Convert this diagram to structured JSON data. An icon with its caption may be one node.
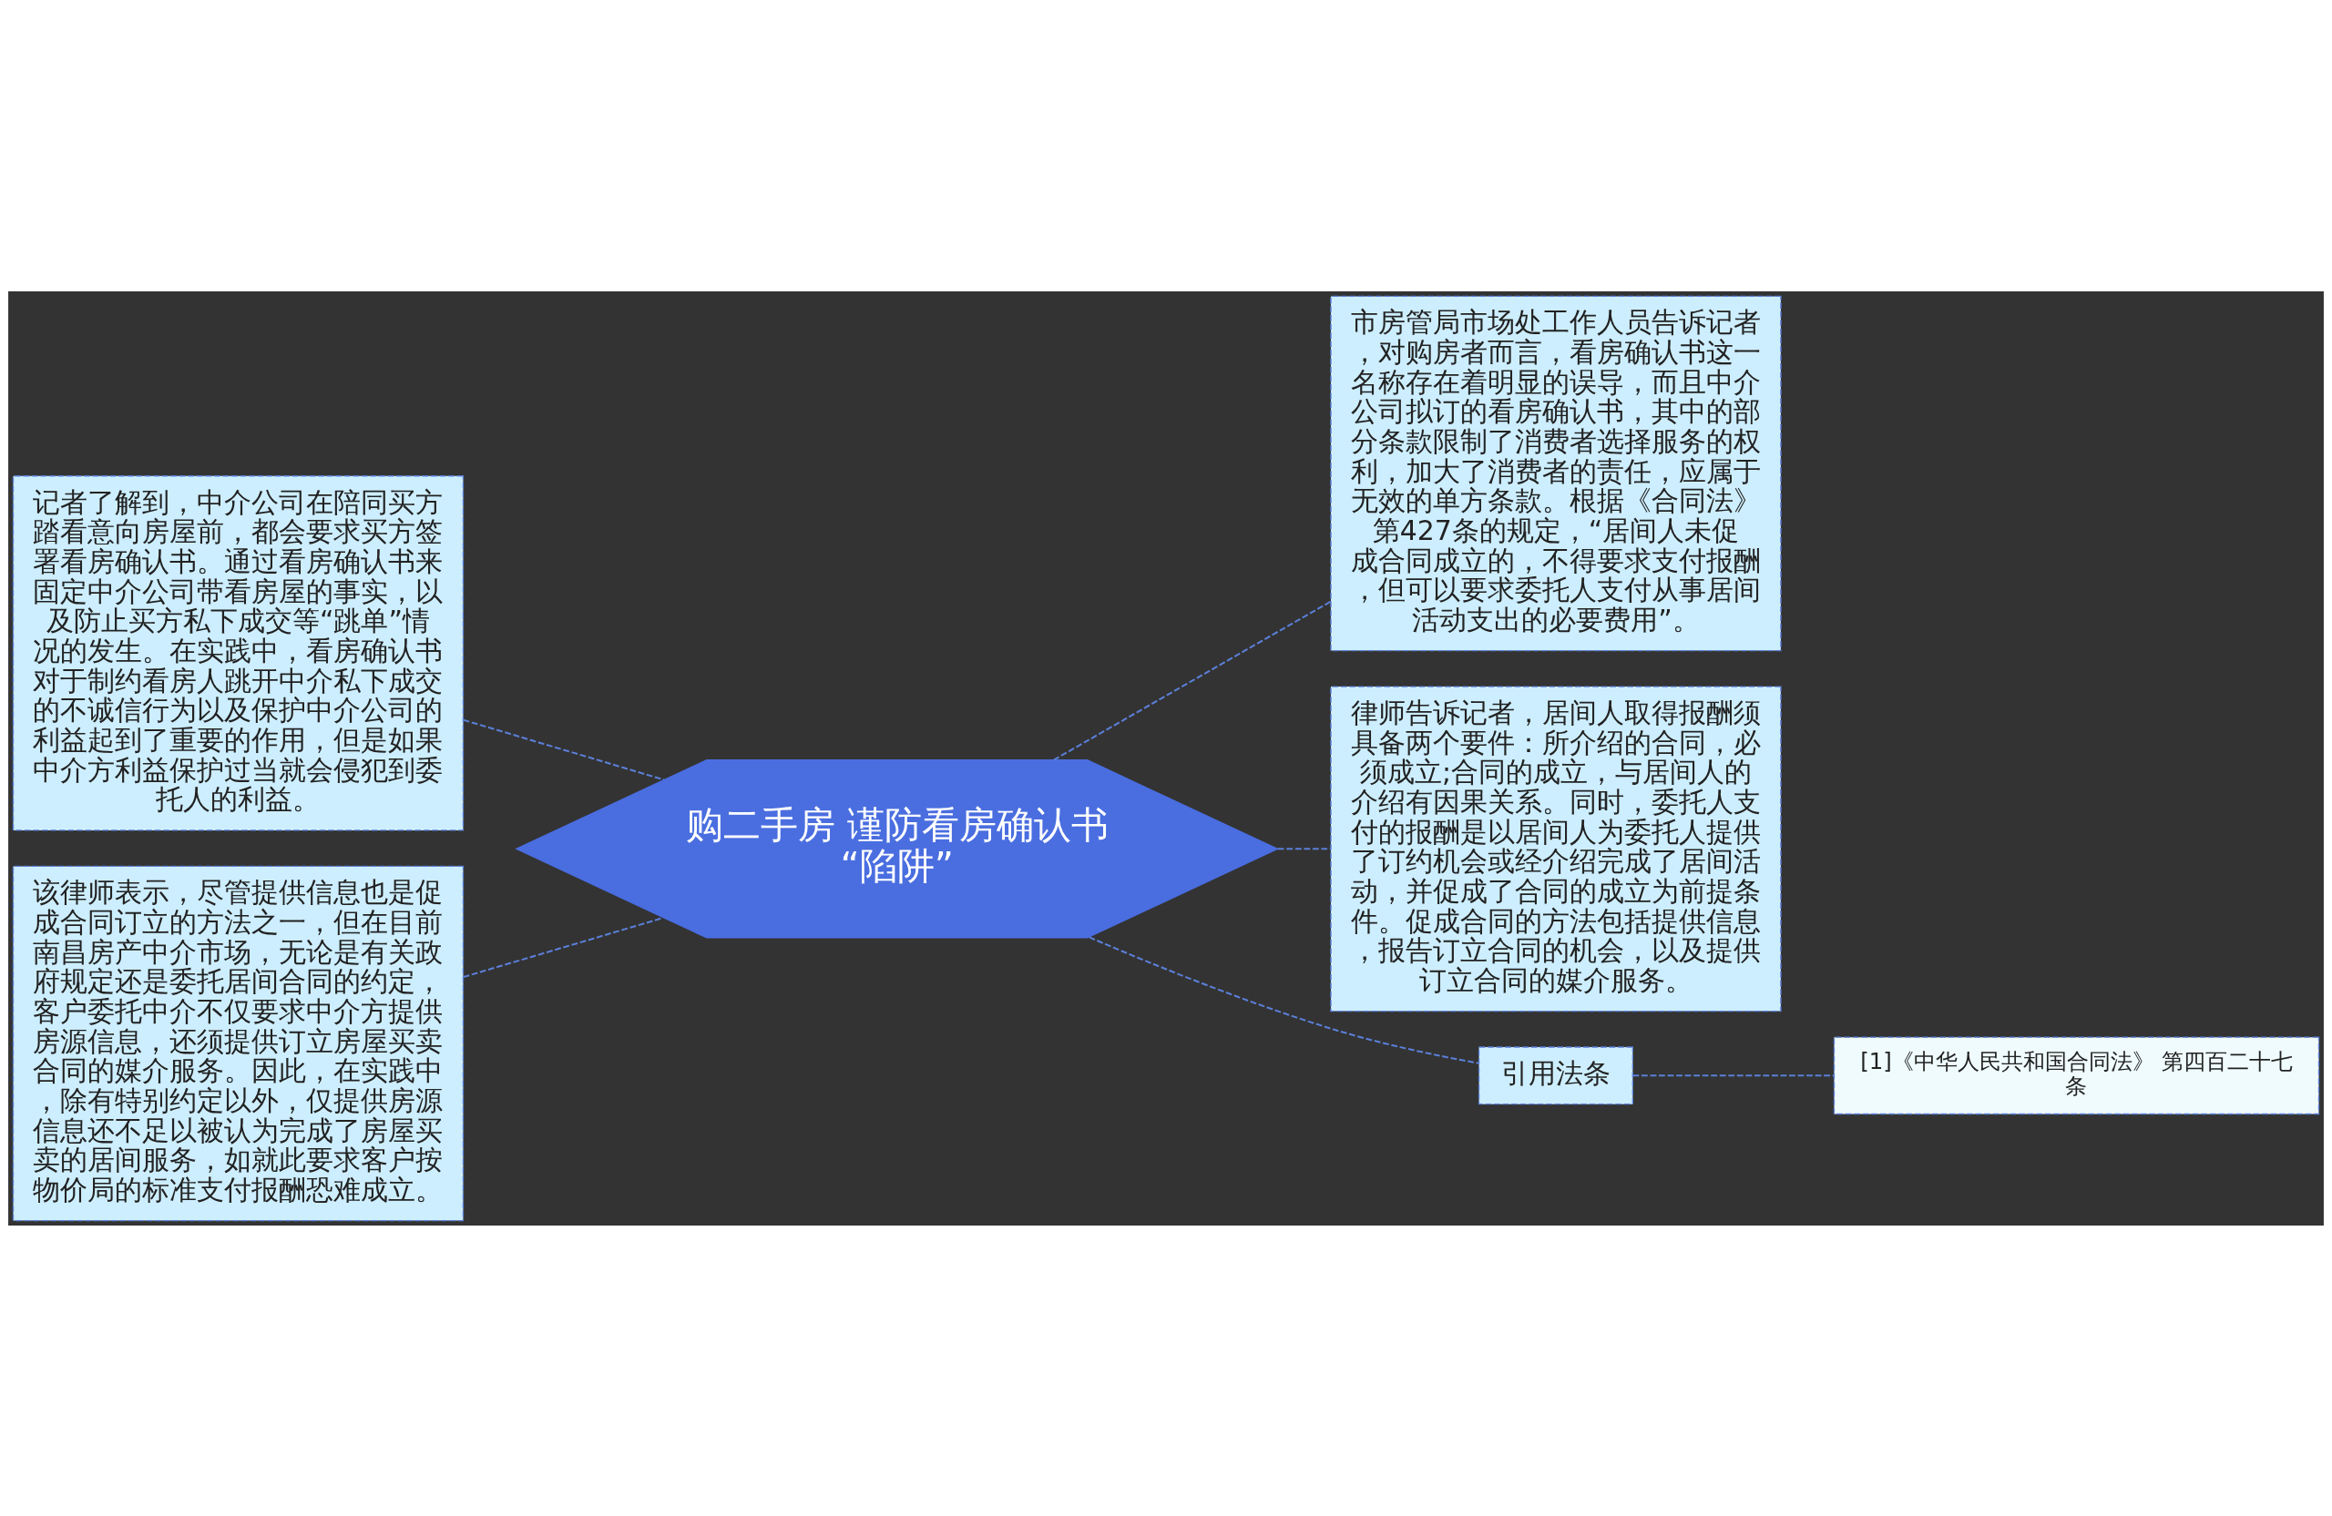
{
  "diagram": {
    "nodes": [
      {
        "text": [
          "购二手房 谨防看房确认书“陷阱”"
        ]
      },
      {
        "text": [
          "记者了解到，中介公司在陪同买方踏看意向房屋前，都会要求买方签署看房确认书。通过看房确认书来固定中介公司带看房屋的事实，以及防止买方私下成交等“跳单”情况的发生。在实践中，看房确认书对于制约看房人跳开中介私下成交的不诚信行为以及保护中介公司的利益起到了重要的作用，但是如果中介方利益保护过当就会侵犯到委托人的利益。"
        ]
      },
      {
        "text": [
          "该律师表示，尽管提供信息也是促成合同订立的方法之一，但在目前南昌房产中介市场，无论是有关政府规定还是委托居间合同的约定，客户委托中介不仅要求中介方提供房源信息，还须提供订立房屋买卖合同的媒介服务。因此，在实践中，除有特别约定以外，仅提供房源信息还不足以被认为完成了房屋买卖的居间服务，如就此要求客户按物价局的标准支付报酬恐难成立。"
        ]
      },
      {
        "text": [
          "市房管局市场处工作人员告诉记者，对购房者而言，看房确认书这一名称存在着明显的误导，而且中介公司拟订的看房确认书，其中的部分条款限制了消费者选择服务的权利，加大了消费者的责任，应属于无效的单方条款。根据《合同法》第427条的规定，“居间人未促成合同成立的，不得要求支付报酬，但可以要求委托人支付从事居间活动支出的必要费用”。"
        ]
      },
      {
        "text": [
          "律师告诉记者，居间人取得报酬须具备两个要件：所介绍的合同，必须成立;合同的成立，与居间人的介绍有因果关系。同时，委托人支付的报酬是以居间人为委托人提供了订约机会或经介绍完成了居间活动，并促成了合同的成立为前提条件。促成合同的方法包括提供信息，报告订立合同的机会，以及提供订立合同的媒介服务。"
        ]
      },
      {
        "text": [
          "引用法条"
        ]
      },
      {
        "text": [
          "[1]《中华人民共和国合同法》 第四百二十七条"
        ]
      }
    ],
    "edges": [
      {
        "from": 1,
        "to": 0,
        "arrow": "none",
        "style": "dashed"
      },
      {
        "from": 2,
        "to": 0,
        "arrow": "none",
        "style": "dashed"
      },
      {
        "from": 0,
        "to": 3,
        "arrow": "none",
        "style": "dashed"
      },
      {
        "from": 0,
        "to": 4,
        "arrow": "none",
        "style": "dashed"
      },
      {
        "from": 0,
        "to": 5,
        "arrow": "none",
        "style": "dashed"
      },
      {
        "from": 5,
        "to": 6,
        "arrow": "none",
        "style": "dashed"
      }
    ]
  }
}
